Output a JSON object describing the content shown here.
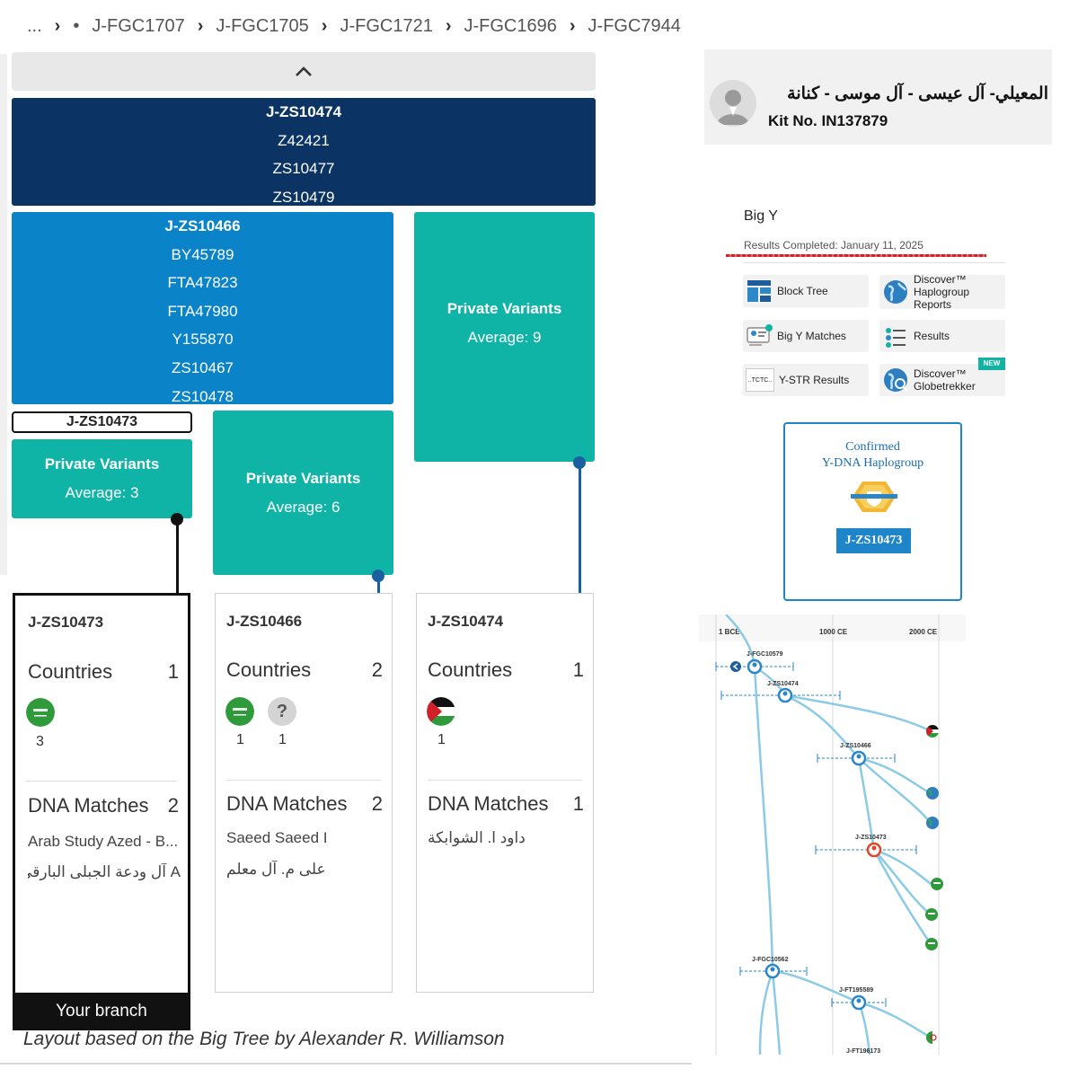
{
  "breadcrumb": {
    "ellipsis": "...",
    "items": [
      "J-FGC1707",
      "J-FGC1705",
      "J-FGC1721",
      "J-FGC1696",
      "J-FGC7944"
    ]
  },
  "block_tree": {
    "top_block": {
      "title": "J-ZS10474",
      "variants": [
        "Z42421",
        "ZS10477",
        "ZS10479"
      ]
    },
    "mid_block": {
      "title": "J-ZS10466",
      "variants": [
        "BY45789",
        "FTA47823",
        "FTA47980",
        "Y155870",
        "ZS10467",
        "ZS10478"
      ]
    },
    "branch_label": "J-ZS10473",
    "private_variants": [
      {
        "title": "Private Variants",
        "value": "Average: 3"
      },
      {
        "title": "Private Variants",
        "value": "Average: 6"
      },
      {
        "title": "Private Variants",
        "value": "Average: 9"
      }
    ],
    "cards": [
      {
        "title": "J-ZS10473",
        "countries_label": "Countries",
        "countries_count": "1",
        "flag_counts": [
          "3"
        ],
        "matches_label": "DNA Matches",
        "matches_count": "2",
        "matches": [
          "Arab Study Azed - B...",
          "A آل ودعة الجبلى البارقى ..."
        ]
      },
      {
        "title": "J-ZS10466",
        "countries_label": "Countries",
        "countries_count": "2",
        "flag_counts": [
          "1",
          "1"
        ],
        "unknown_flag": "?",
        "matches_label": "DNA Matches",
        "matches_count": "2",
        "matches": [
          "Saeed Saeed I",
          "على م. آل معلم"
        ]
      },
      {
        "title": "J-ZS10474",
        "countries_label": "Countries",
        "countries_count": "1",
        "flag_counts": [
          "1"
        ],
        "matches_label": "DNA Matches",
        "matches_count": "1",
        "matches": [
          "داود ا. الشوابكة"
        ]
      }
    ],
    "your_branch": "Your branch",
    "credit": "Layout based on the Big Tree by Alexander R. Williamson"
  },
  "profile": {
    "name": "المعيلي- آل عيسى - آل موسى - كنانة",
    "kit": "Kit No. IN137879"
  },
  "bigy": {
    "title": "Big Y",
    "results_completed": "Results Completed: January 11, 2025",
    "tiles": [
      {
        "icon": "block-tree-icon",
        "label": "Block Tree"
      },
      {
        "icon": "globe-report-icon",
        "label": "Discover™ Haplogroup Reports"
      },
      {
        "icon": "matches-icon",
        "label": "Big Y Matches"
      },
      {
        "icon": "results-list-icon",
        "label": "Results"
      },
      {
        "icon": "tctc-icon",
        "label": "Y-STR Results",
        "icon_text": "..TCTC.."
      },
      {
        "icon": "globetrekker-icon",
        "label": "Discover™ Globetrekker",
        "badge": "NEW"
      }
    ]
  },
  "haplogroup_card": {
    "line1": "Confirmed",
    "line2": "Y-DNA Haplogroup",
    "haplogroup": "J-ZS10473"
  },
  "time_tree": {
    "axis": [
      "1 BCE",
      "1000 CE",
      "2000 CE"
    ],
    "nodes": [
      "J-FGC10579",
      "J-ZS10474",
      "J-ZS10466",
      "J-ZS10473",
      "J-FGC10562",
      "J-FT195589",
      "J-FT196173"
    ]
  },
  "colors": {
    "dark_navy": "#0b3464",
    "mid_blue": "#0a83c9",
    "teal": "#10b4a6",
    "node_blue": "#2a86c8",
    "user_node": "#e0462a",
    "line": "#8ccbe6"
  }
}
